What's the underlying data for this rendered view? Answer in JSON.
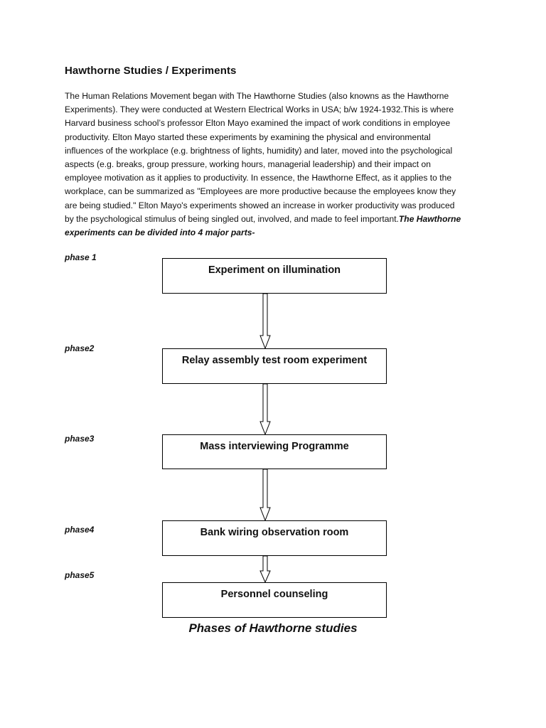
{
  "document": {
    "title": "Hawthorne Studies / Experiments",
    "paragraph_lines": [
      "The Human Relations Movement began with The Hawthorne Studies (also knowns as the Hawthorne",
      "Experiments). They were conducted at Western Electrical Works in USA; b/w 1924-1932.This is where",
      "Harvard business school’s professor Elton Mayo examined the impact of work conditions in employee",
      "productivity. Elton Mayo started these experiments by examining the physical and environmental",
      "influences of the workplace (e.g. brightness of lights, humidity) and later, moved into the psychological",
      "aspects (e.g. breaks, group pressure, working hours, managerial leadership) and their impact on",
      "employee motivation as it applies to productivity. In essence, the Hawthorne Effect, as it applies to the",
      "workplace, can be summarized as \"Employees are more productive because the employees know they",
      "are being studied.\" Elton Mayo's experiments showed an increase in worker productivity was produced",
      "by the psychological stimulus of being singled out, involved, and made to feel important."
    ],
    "emphasis_part1": "The Hawthorne",
    "emphasis_part2": "experiments can be divided into 4 major parts-"
  },
  "diagram": {
    "phases": [
      {
        "label": "phase 1",
        "box": "Experiment on illumination"
      },
      {
        "label": "phase2",
        "box": "Relay assembly test room experiment"
      },
      {
        "label": "phase3",
        "box": "Mass interviewing Programme"
      },
      {
        "label": "phase4",
        "box": "Bank wiring observation room"
      },
      {
        "label": "phase5",
        "box": "Personnel counseling"
      }
    ],
    "caption": "Phases of Hawthorne studies"
  }
}
